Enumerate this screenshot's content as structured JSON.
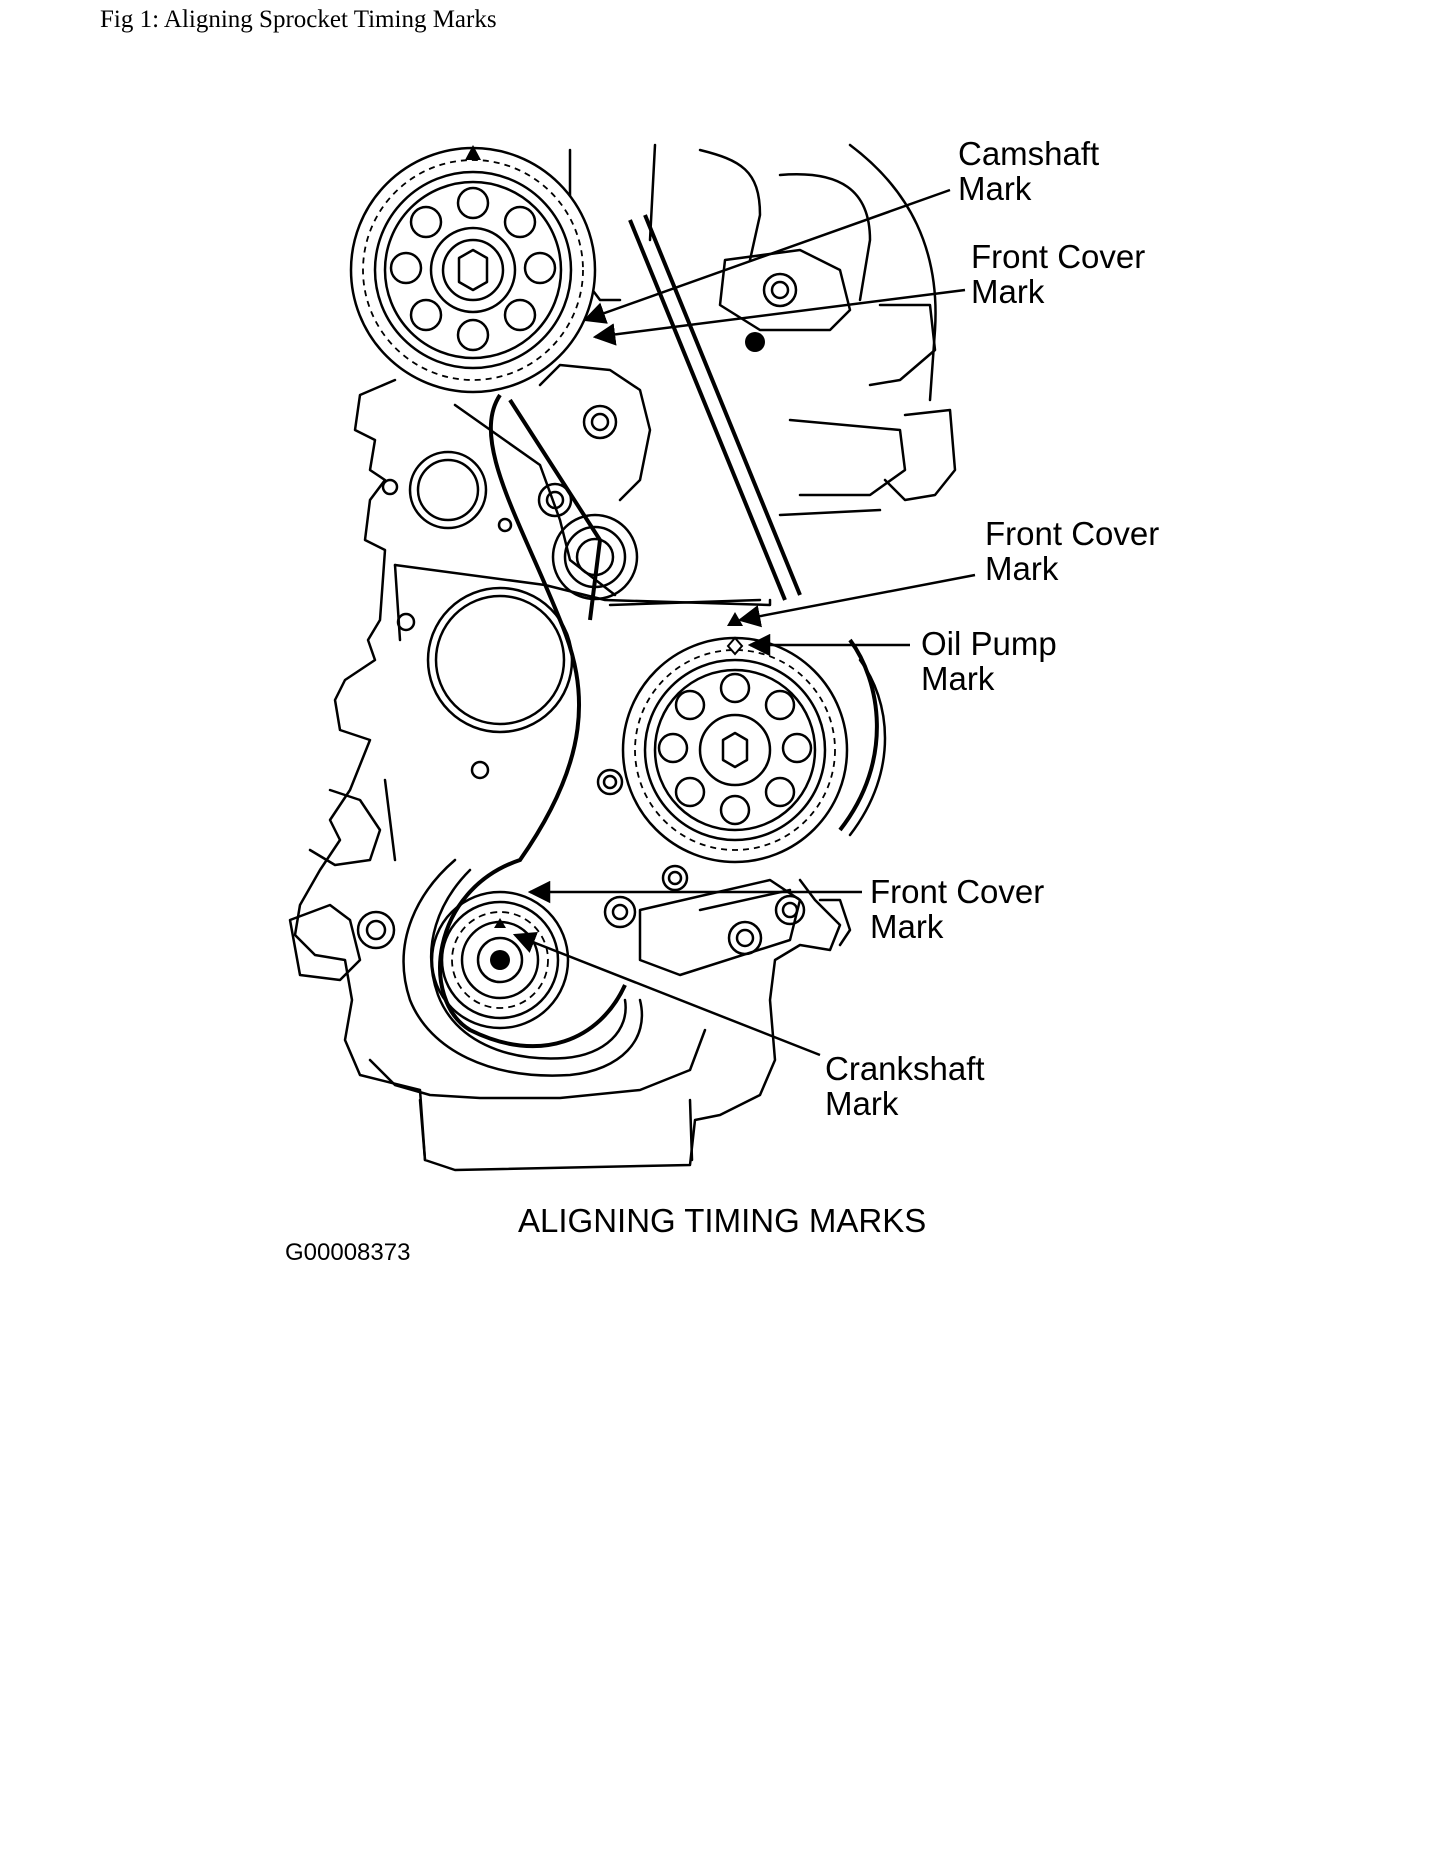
{
  "page": {
    "caption": "Fig 1: Aligning Sprocket Timing Marks"
  },
  "diagram": {
    "title": "ALIGNING TIMING MARKS",
    "figure_code": "G00008373",
    "callouts": {
      "camshaft_mark": [
        "Camshaft",
        "Mark"
      ],
      "front_cover_mark_top": [
        "Front Cover",
        "Mark"
      ],
      "front_cover_mark_middle": [
        "Front Cover",
        "Mark"
      ],
      "oil_pump_mark": [
        "Oil Pump",
        "Mark"
      ],
      "front_cover_mark_bottom": [
        "Front Cover",
        "Mark"
      ],
      "crankshaft_mark": [
        "Crankshaft",
        "Mark"
      ]
    }
  }
}
